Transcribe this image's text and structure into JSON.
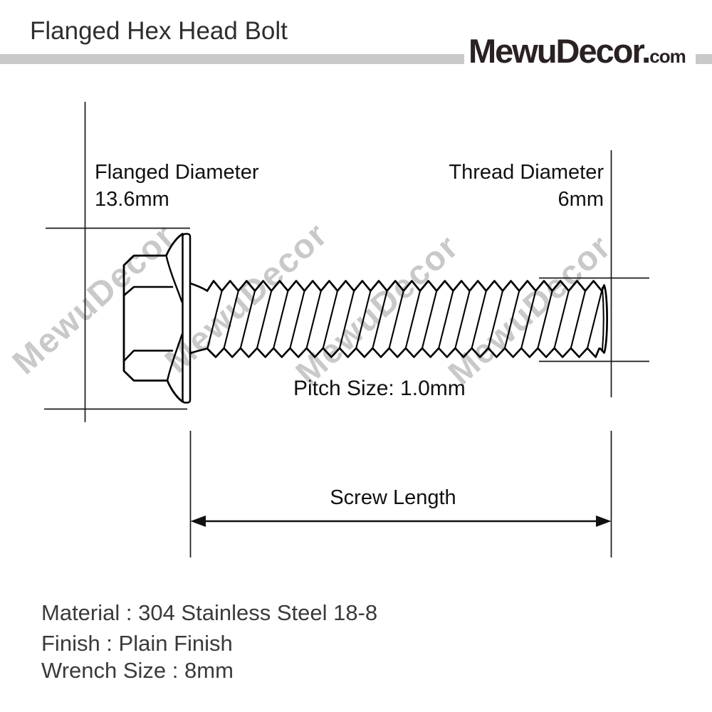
{
  "header": {
    "title": "Flanged Hex Head Bolt",
    "brand_name": "MewuDecor.",
    "brand_tld": "com"
  },
  "annotations": {
    "flanged_diameter_label": "Flanged Diameter",
    "flanged_diameter_value": "13.6mm",
    "thread_diameter_label": "Thread Diameter",
    "thread_diameter_value": "6mm",
    "pitch_label": "Pitch Size: 1.0mm",
    "screw_length_label": "Screw Length"
  },
  "specs": [
    "Material : 304 Stainless Steel 18-8",
    "Finish : Plain Finish",
    "Wrench Size : 8mm"
  ],
  "watermark": {
    "text": "MewuDecor"
  },
  "colors": {
    "line_art": "#000000",
    "dimension_lines": "#1b1b1b",
    "gray_bar": "#c9c9c9",
    "brand_text": "#292122",
    "watermark_gray": "#a9a9a9",
    "title_text": "#2e2e2e",
    "spec_text": "#3a3a3a"
  }
}
